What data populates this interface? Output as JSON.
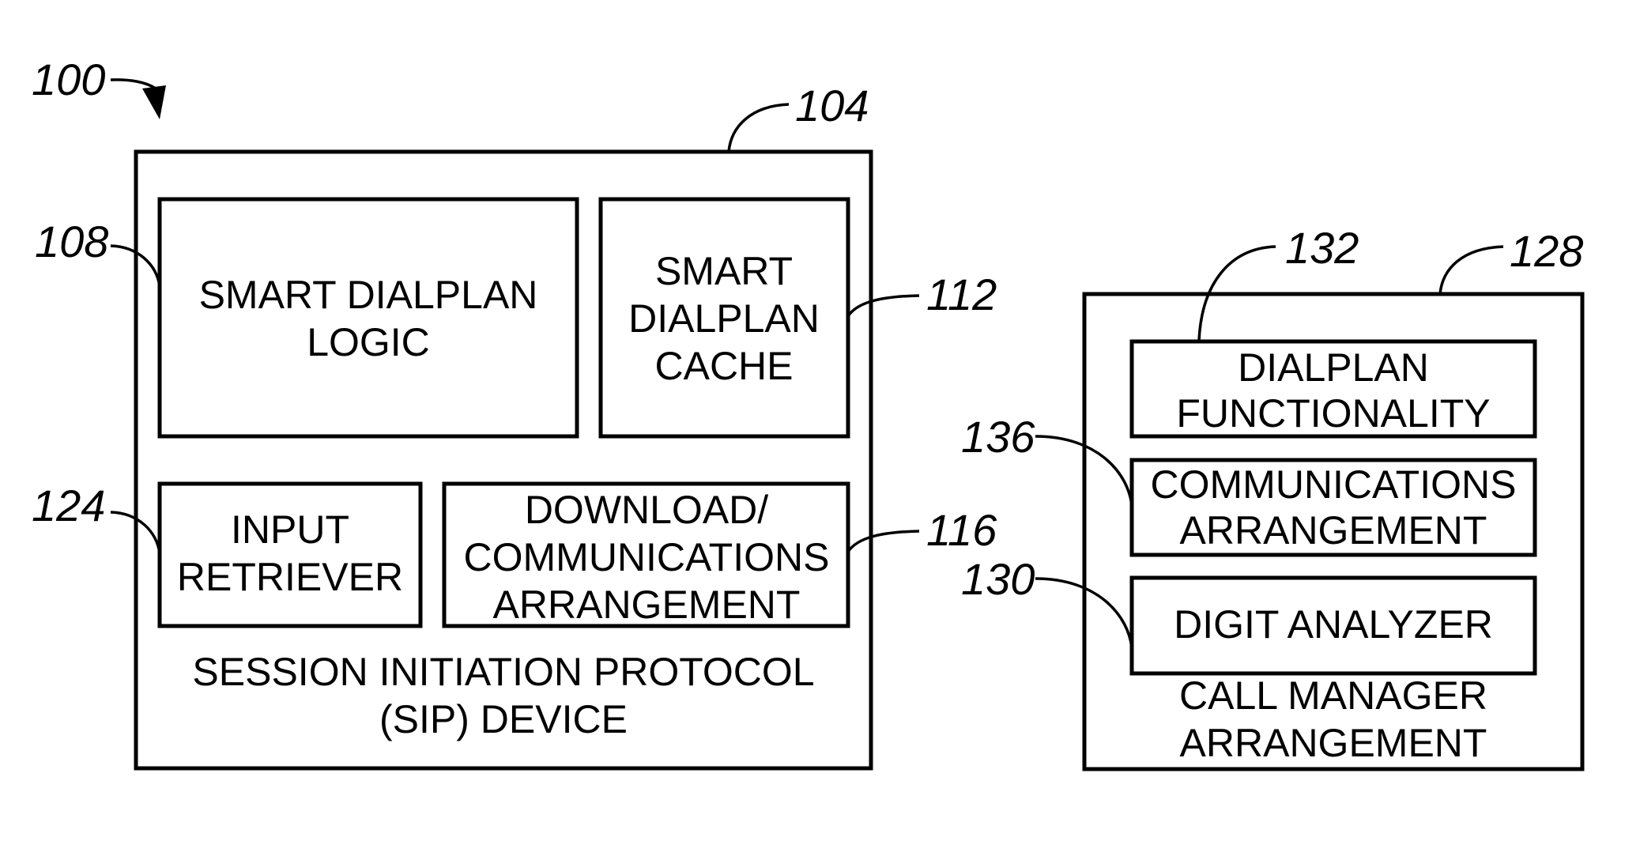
{
  "figure": {
    "ref_main": "100",
    "sip_device": {
      "ref": "104",
      "title_lines": [
        "SESSION INITIATION PROTOCOL",
        "(SIP) DEVICE"
      ],
      "components": [
        {
          "ref": "108",
          "lines": [
            "SMART DIALPLAN",
            "LOGIC"
          ]
        },
        {
          "ref": "112",
          "lines": [
            "SMART",
            "DIALPLAN",
            "CACHE"
          ]
        },
        {
          "ref": "124",
          "lines": [
            "INPUT",
            "RETRIEVER"
          ]
        },
        {
          "ref": "116",
          "lines": [
            "DOWNLOAD/",
            "COMMUNICATIONS",
            "ARRANGEMENT"
          ]
        }
      ]
    },
    "call_manager": {
      "ref": "128",
      "title_lines": [
        "CALL MANAGER",
        "ARRANGEMENT"
      ],
      "components": [
        {
          "ref": "132",
          "lines": [
            "DIALPLAN",
            "FUNCTIONALITY"
          ]
        },
        {
          "ref": "136",
          "lines": [
            "COMMUNICATIONS",
            "ARRANGEMENT"
          ]
        },
        {
          "ref": "130",
          "lines": [
            "DIGIT ANALYZER"
          ]
        }
      ]
    }
  }
}
